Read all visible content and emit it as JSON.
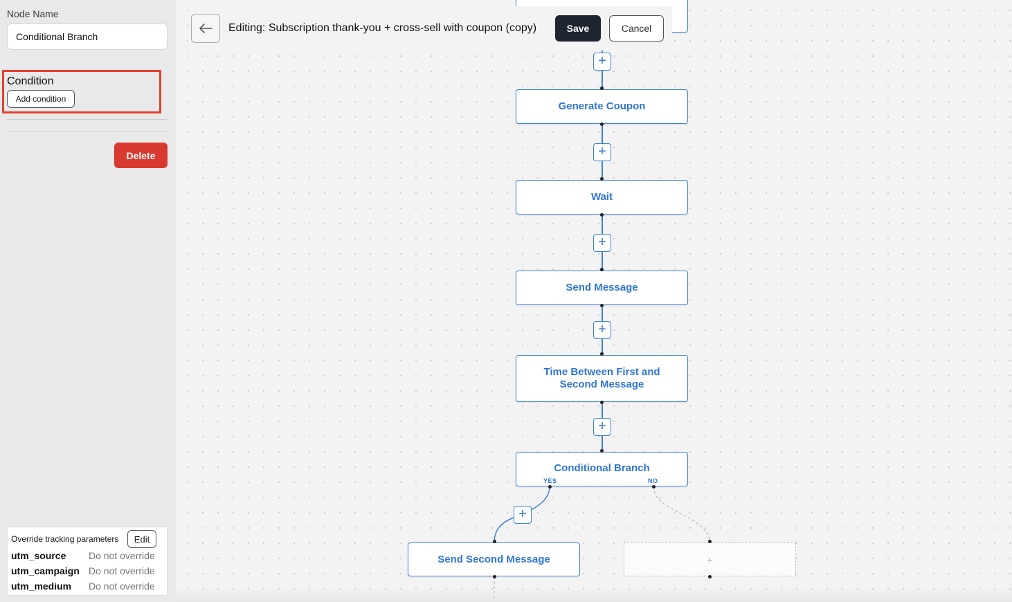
{
  "sidebar": {
    "node_name_label": "Node Name",
    "node_name_value": "Conditional Branch",
    "condition_label": "Condition",
    "add_condition_label": "Add condition",
    "delete_label": "Delete",
    "tracking": {
      "title": "Override tracking parameters",
      "edit_label": "Edit",
      "params": [
        {
          "key": "utm_source",
          "value": "Do not override"
        },
        {
          "key": "utm_campaign",
          "value": "Do not override"
        },
        {
          "key": "utm_medium",
          "value": "Do not override"
        }
      ]
    }
  },
  "header": {
    "title": "Editing: Subscription thank-you + cross-sell with coupon (copy)",
    "save_label": "Save",
    "cancel_label": "Cancel"
  },
  "flow": {
    "nodes": [
      {
        "label": "Generate Coupon"
      },
      {
        "label": "Wait"
      },
      {
        "label": "Send Message"
      },
      {
        "label": "Time Between First and Second Message"
      },
      {
        "label": "Conditional Branch"
      },
      {
        "label": "Send Second Message"
      }
    ],
    "yes_label": "YES",
    "no_label": "NO",
    "add_symbol": "+",
    "placeholder_symbol": "+"
  },
  "colors": {
    "accent": "#2f76d2",
    "delete": "#d93a2f",
    "save": "#1f2431",
    "highlight": "#e3412f"
  }
}
